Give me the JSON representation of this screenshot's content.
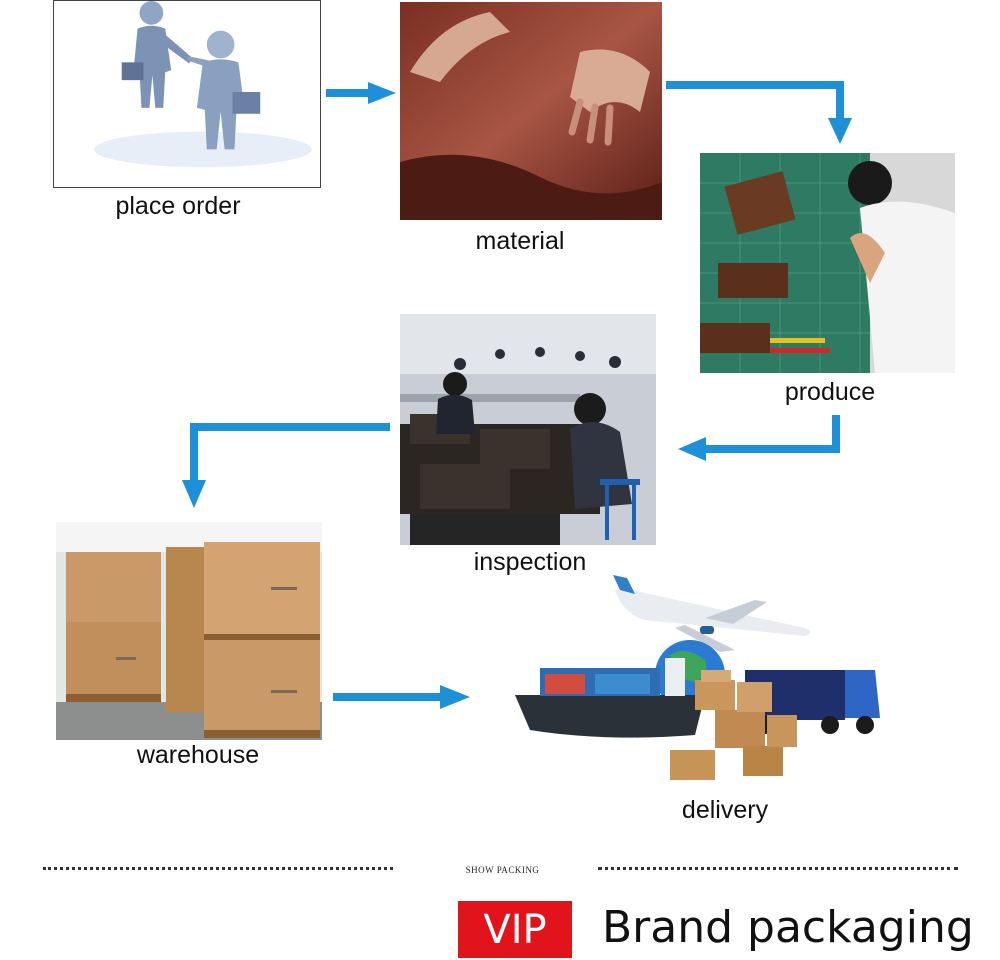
{
  "flow": {
    "steps": [
      {
        "id": "place-order",
        "label": "place order",
        "icon": "handshake-figures-icon"
      },
      {
        "id": "material",
        "label": "material",
        "icon": "leather-hide-icon"
      },
      {
        "id": "produce",
        "label": "produce",
        "icon": "craftsman-cutting-icon"
      },
      {
        "id": "inspection",
        "label": "inspection",
        "icon": "factory-workers-icon"
      },
      {
        "id": "warehouse",
        "label": "warehouse",
        "icon": "cardboard-boxes-icon"
      },
      {
        "id": "delivery",
        "label": "delivery",
        "icon": "shipping-transport-icon"
      }
    ],
    "arrow_color": "#1e90d8"
  },
  "packaging": {
    "section_tag": "SHOW PACKING",
    "badge": "VIP",
    "badge_color": "#e0141a",
    "title": "Brand packaging"
  }
}
